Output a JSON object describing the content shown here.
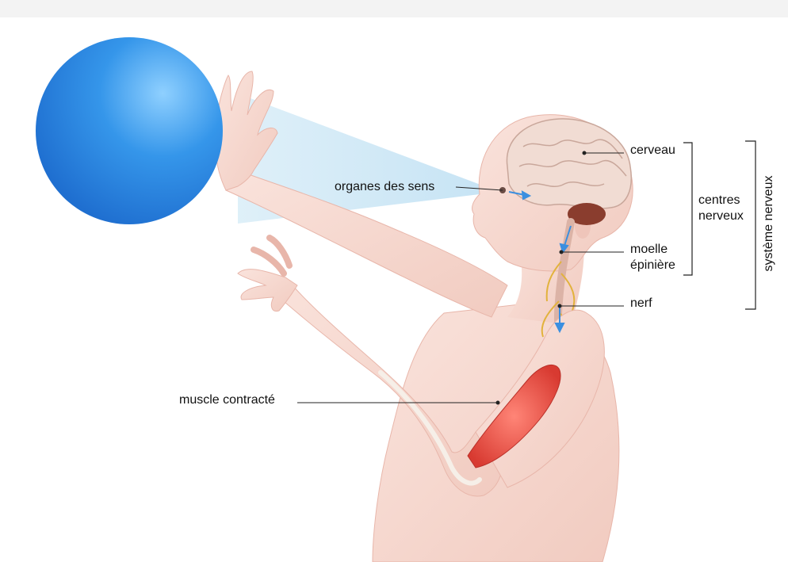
{
  "labels": {
    "organes_des_sens": "organes des sens",
    "cerveau": "cerveau",
    "centres_nerveux_line1": "centres",
    "centres_nerveux_line2": "nerveux",
    "moelle_line1": "moelle",
    "moelle_line2": "épinière",
    "nerf": "nerf",
    "systeme_nerveux": "système nerveux",
    "muscle_contracte": "muscle contracté"
  },
  "colors": {
    "ball": "#2f8fe6",
    "skin": "#f6d7cf",
    "skin_outline": "#e8b6aa",
    "brain": "#f1dcd3",
    "cerebellum": "#8a3d2e",
    "nerve": "#e2b23c",
    "muscle": "#e24a3f",
    "signal_arrow": "#3b8fe0",
    "vision_cone": "#cfe6f5"
  }
}
